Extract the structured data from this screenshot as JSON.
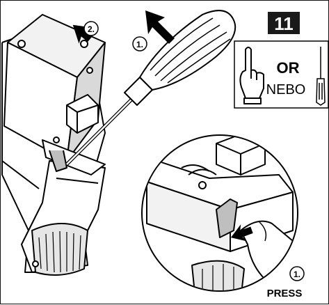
{
  "step_number": "11",
  "alternative": {
    "or_label": "OR",
    "brand_label": "NEBO"
  },
  "callouts": {
    "step_1_pry": "1.",
    "step_2_slide": "2.",
    "step_1_press": "1."
  },
  "press_label": "PRESS",
  "colors": {
    "ink": "#000000",
    "background": "#ffffff",
    "badge": "#1a1a1a",
    "shade": "#bfbfbf"
  },
  "icons": [
    "hand-pointing-icon",
    "screwdriver-icon",
    "arrow-icon"
  ]
}
